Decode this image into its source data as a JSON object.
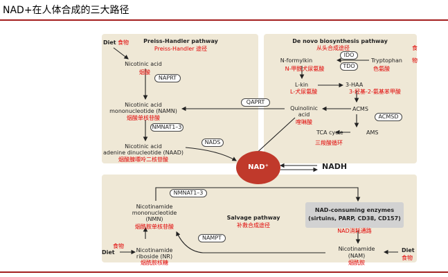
{
  "header": {
    "title": "NAD+在人体合成的三大路径"
  },
  "preiss": {
    "title": "Preiss-Handler pathway",
    "title_cn": "Preiss-Handler 途径",
    "diet": "Diet",
    "diet_cn": "食物",
    "na": "Nicotinic acid",
    "na_cn": "烟酸",
    "naprt": "NAPRT",
    "namn1": "Nicotinic acid",
    "namn2": "mononucleotide (NAMN)",
    "namn_cn": "烟酸单核苷酸",
    "nmnat": "NMNAT1–3",
    "naad1": "Nicotinic acid",
    "naad2": "adenine dinucleotide (NAAD)",
    "naad_cn": "烟酸腺嘌呤二核苷酸",
    "nads": "NADS"
  },
  "denovo": {
    "title": "De novo biosynthesis pathway",
    "title_cn": "从头合成途径",
    "ido": "IDO",
    "tdo": "TDO",
    "nfk": "N-formylkin",
    "nfk_cn": "N-甲酰犬尿氨酸",
    "trp": "Tryptophan",
    "trp_cn": "色氨酸",
    "diet_cn_frag1": "食",
    "diet_cn_frag2": "物",
    "lkyn": "L-kin",
    "lkyn_cn": "L-犬尿氨酸",
    "haa": "3-HAA",
    "haa_cn": "3-羟基-2-氨基苯甲酸",
    "qaprt": "QAPRT",
    "quin1": "Quinolinic",
    "quin2": "acid",
    "quin_cn": "喹啉酸",
    "acms": "ACMS",
    "acmsd": "ACMSD",
    "tca": "TCA cycle",
    "tca_cn": "三羧酸循环",
    "ams": "AMS"
  },
  "center": {
    "nad": "NAD⁺",
    "nadh": "NADH"
  },
  "salvage": {
    "nmnat": "NMNAT1–3",
    "nmn1": "Nicotinamide",
    "nmn2": "mononucleotide",
    "nmn3": "(NMN)",
    "nmn_cn": "烟酰胺单核苷酸",
    "title": "Salvage pathway",
    "title_cn": "补救合成途径",
    "namPT": "NAMPT",
    "enz1": "NAD-consuming enzymes",
    "enz2": "(sirtuins, PARP, CD38, CD157)",
    "enz_cn": "NAD消耗通路",
    "diet_l": "Diet",
    "diet_l_cn": "食物",
    "nr1": "Nicotinamide",
    "nr2": "riboside (NR)",
    "nr_cn": "烟酰胺核糖",
    "nam1": "Nicotinamide",
    "nam2": "(NAM)",
    "nam_cn": "烟酰胺",
    "diet_r": "Diet",
    "diet_r_cn": "食物"
  },
  "colors": {
    "rule": "#a31d1d",
    "panel": "#efe8d6",
    "nad": "#c0392b",
    "annot": "#e00000",
    "enzyme_box": "#d2d2d2"
  }
}
